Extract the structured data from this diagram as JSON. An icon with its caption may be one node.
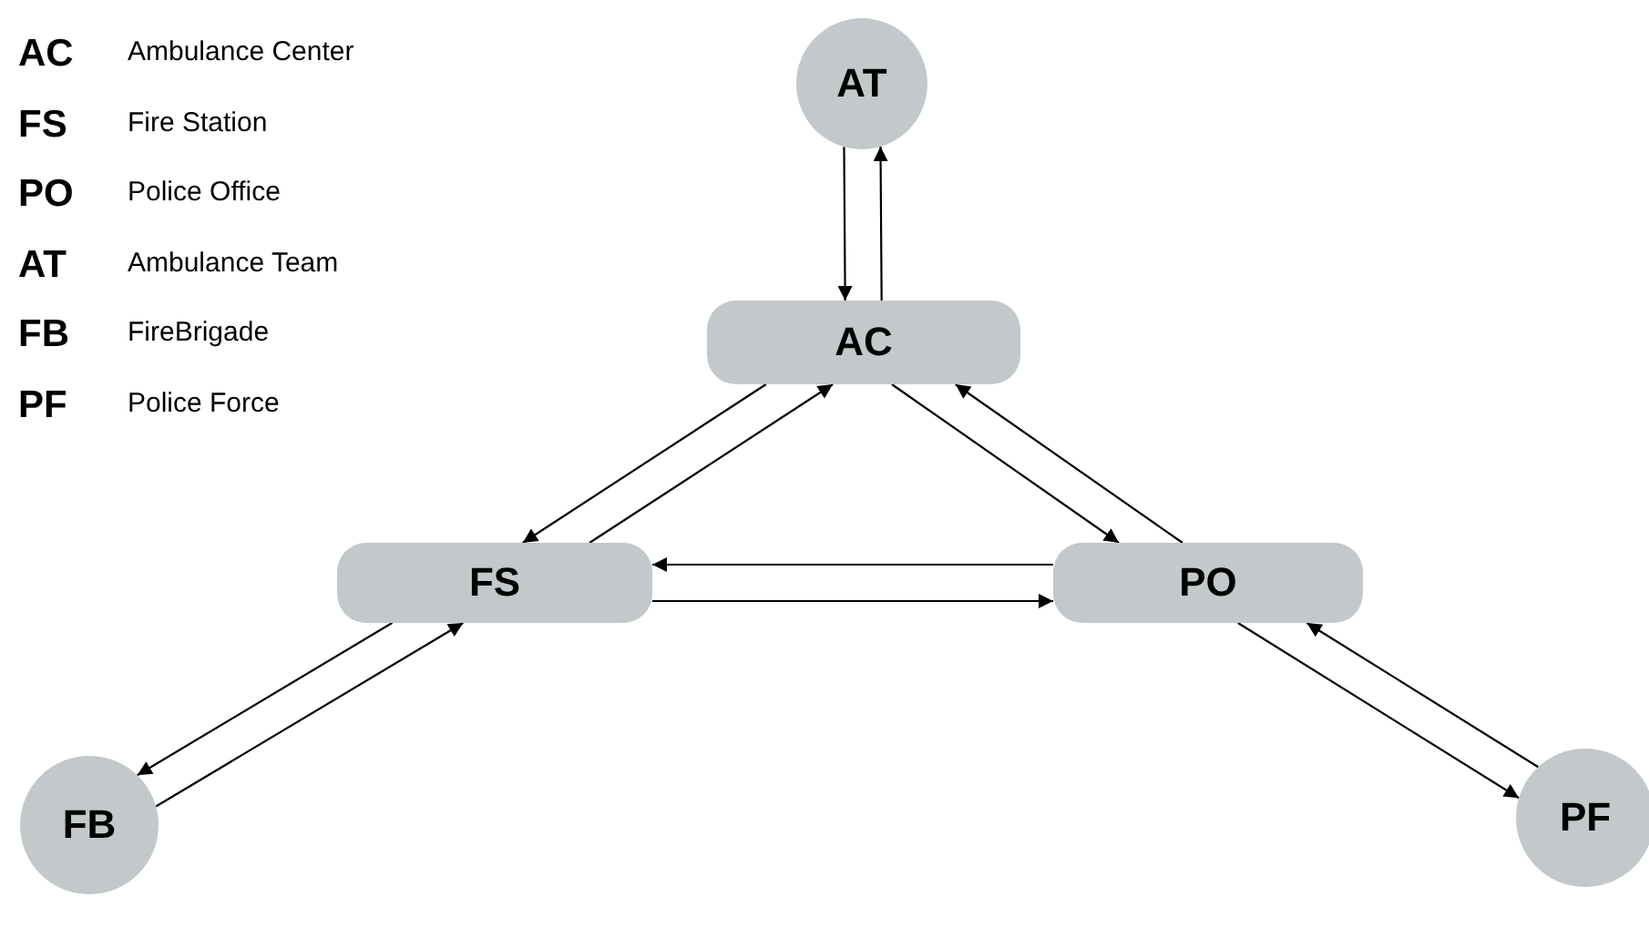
{
  "diagram": {
    "nodes": [
      {
        "text": [
          "AT"
        ]
      },
      {
        "text": [
          "AC"
        ]
      },
      {
        "text": [
          "FS"
        ]
      },
      {
        "text": [
          "PO"
        ]
      },
      {
        "text": [
          "FB"
        ]
      },
      {
        "text": [
          "PF"
        ]
      }
    ],
    "edges": [
      {
        "from": 0,
        "to": 1,
        "arrow": "to"
      },
      {
        "from": 1,
        "to": 0,
        "arrow": "to"
      },
      {
        "from": 1,
        "to": 2,
        "arrow": "to"
      },
      {
        "from": 2,
        "to": 1,
        "arrow": "to"
      },
      {
        "from": 1,
        "to": 3,
        "arrow": "to"
      },
      {
        "from": 3,
        "to": 1,
        "arrow": "to"
      },
      {
        "from": 3,
        "to": 2,
        "arrow": "to"
      },
      {
        "from": 2,
        "to": 3,
        "arrow": "to"
      },
      {
        "from": 2,
        "to": 4,
        "arrow": "to"
      },
      {
        "from": 4,
        "to": 2,
        "arrow": "to"
      },
      {
        "from": 3,
        "to": 5,
        "arrow": "to"
      },
      {
        "from": 5,
        "to": 3,
        "arrow": "to"
      }
    ],
    "labels": [
      "AC",
      "Ambulance Center",
      "FS",
      "Fire Station",
      "PO",
      "Police Office",
      "AT",
      "Ambulance Team",
      "FB",
      "FireBrigade",
      "PF",
      "Police Force"
    ]
  }
}
